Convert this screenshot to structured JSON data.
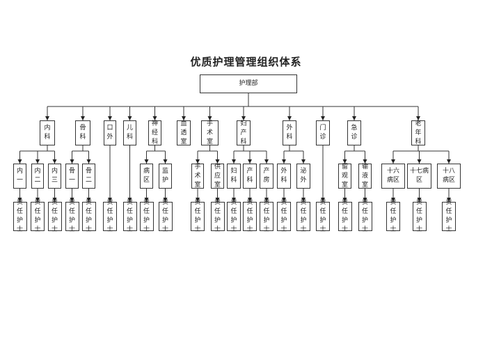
{
  "title": "优质护理管理组织体系",
  "root": "护理部",
  "nurse_label": "责任护士",
  "departments": [
    {
      "label": "内科",
      "children": [
        "内一",
        "内二",
        "内三"
      ]
    },
    {
      "label": "骨科",
      "children": [
        "骨一",
        "骨二"
      ]
    },
    {
      "label": "口外",
      "children": [],
      "direct_nurse": true
    },
    {
      "label": "儿科",
      "children": [],
      "direct_nurse": true
    },
    {
      "label": "神经科",
      "children": [
        "病区",
        "监护"
      ]
    },
    {
      "label": "血透室",
      "children": [],
      "direct_nurse": false
    },
    {
      "label": "手术室",
      "children": [
        "手术室",
        "供应室"
      ]
    },
    {
      "label": "妇产科",
      "children": [
        "妇科",
        "产科",
        "产房"
      ]
    },
    {
      "label": "外科",
      "children": [
        "外科",
        "泌外"
      ]
    },
    {
      "label": "门诊",
      "children": [],
      "direct_nurse": true
    },
    {
      "label": "急诊",
      "children": [
        "留观室",
        "输液室"
      ]
    },
    {
      "label": "老年科",
      "children": [
        "十六病区",
        "十七病区",
        "十八病区"
      ]
    }
  ]
}
